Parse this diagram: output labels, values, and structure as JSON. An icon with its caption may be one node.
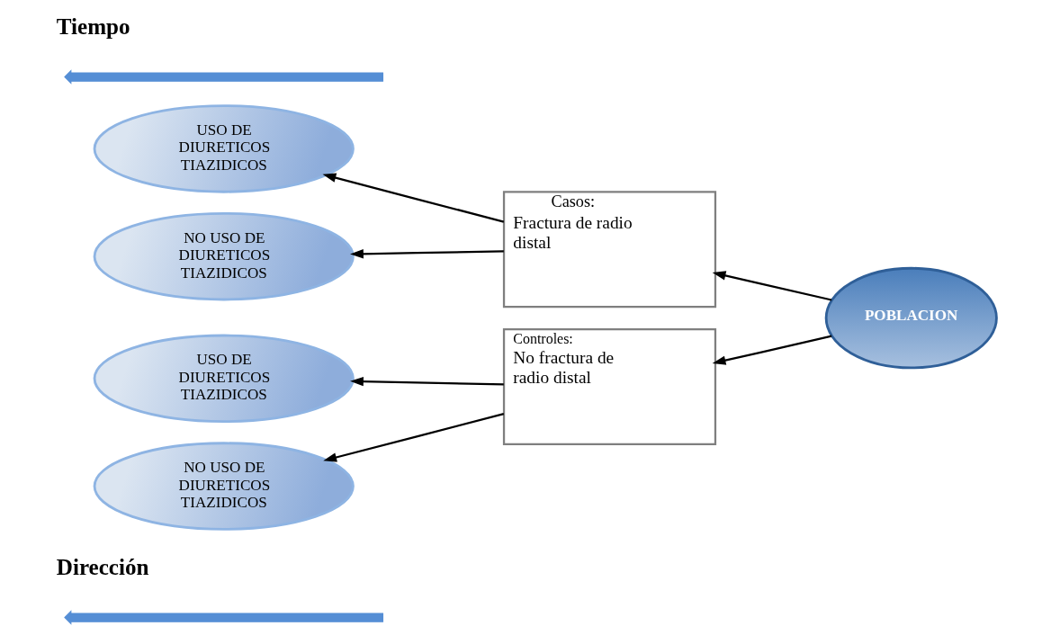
{
  "diagram": {
    "nodes": [
      {
        "text": [
          "USO DE DIURETICOS TIAZIDICOS"
        ]
      },
      {
        "text": [
          "NO USO DE DIURETICOS TIAZIDICOS"
        ]
      },
      {
        "text": [
          "USO DE DIURETICOS TIAZIDICOS"
        ]
      },
      {
        "text": [
          "NO USO DE DIURETICOS TIAZIDICOS"
        ]
      },
      {
        "text": [
          "Casos:",
          "Fractura de radio distal"
        ]
      },
      {
        "text": [
          "Controles:",
          "No fractura de radio distal"
        ]
      },
      {
        "text": [
          "POBLACION"
        ]
      }
    ],
    "edges": [
      {
        "from": 4,
        "to": 0,
        "arrow": "to"
      },
      {
        "from": 4,
        "to": 1,
        "arrow": "to"
      },
      {
        "from": 5,
        "to": 2,
        "arrow": "to"
      },
      {
        "from": 5,
        "to": 3,
        "arrow": "to"
      },
      {
        "from": 6,
        "to": 4,
        "arrow": "to"
      },
      {
        "from": 6,
        "to": 5,
        "arrow": "to"
      }
    ],
    "labels": [
      "Tiempo",
      "Dirección"
    ]
  }
}
